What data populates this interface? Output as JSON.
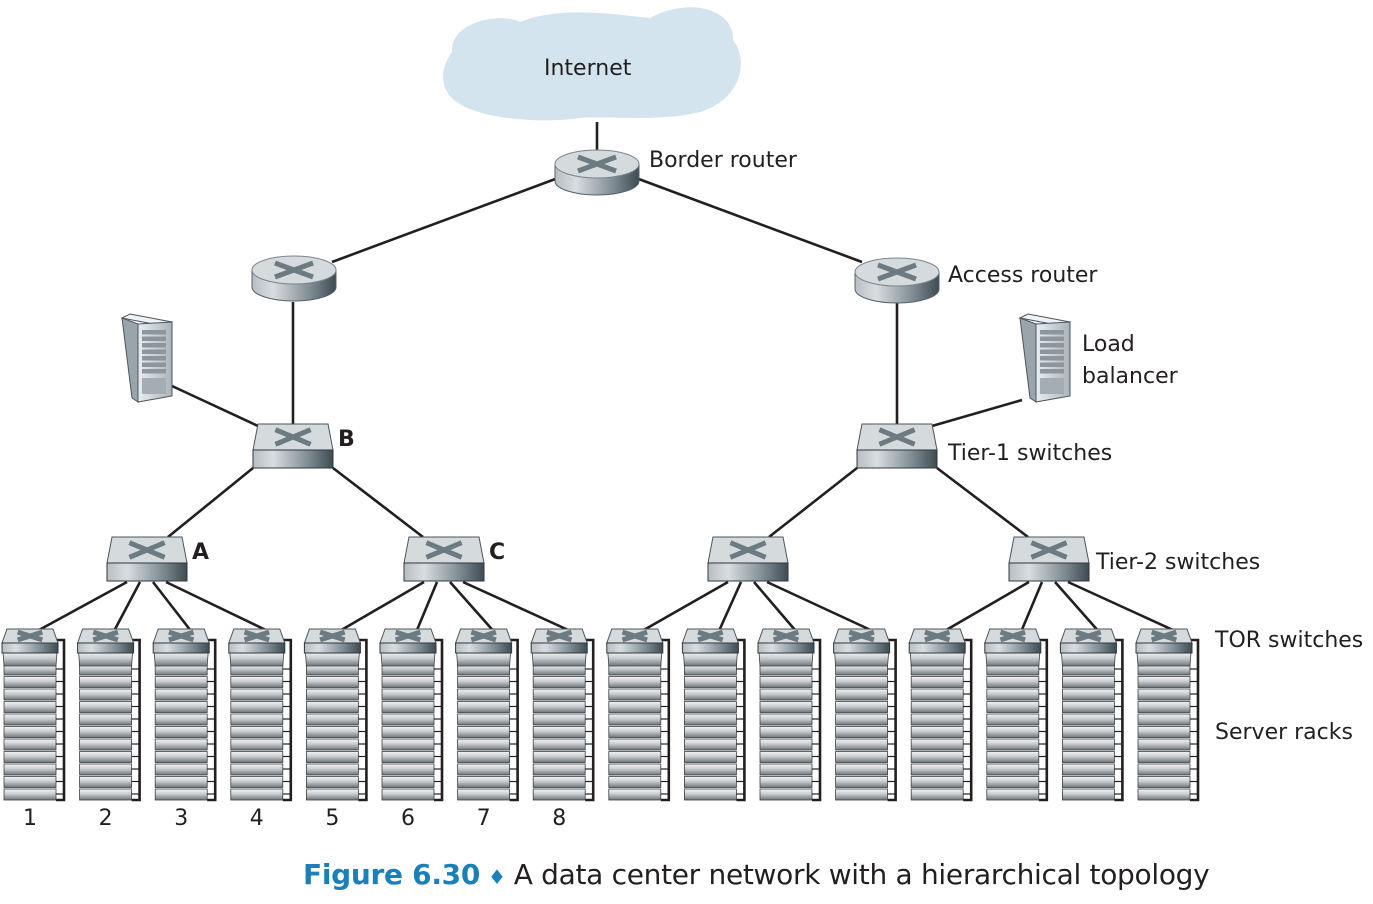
{
  "diagram": {
    "title": "Data center network with a hierarchical topology",
    "colors": {
      "cloud": "#d3e4ef",
      "line": "#231f20",
      "device_top": "#d5dadd",
      "device_side_light": "#c7cdd1",
      "device_side_dark": "#4f5b62",
      "x_mark": "#6c7a82",
      "caption_accent": "#1b7fb8"
    },
    "nodes": {
      "internet": {
        "label": "Internet",
        "type": "cloud"
      },
      "border_router": {
        "label": "Border router",
        "type": "router"
      },
      "access_routers": [
        {
          "id": "access-router-left",
          "label": "",
          "type": "router"
        },
        {
          "id": "access-router-right",
          "label": "Access router",
          "type": "router"
        }
      ],
      "load_balancers": [
        {
          "id": "load-balancer-left",
          "label": "",
          "type": "server"
        },
        {
          "id": "load-balancer-right",
          "label": "Load\nbalancer",
          "type": "server"
        }
      ],
      "tier1_switches": [
        {
          "id": "tier1-switch-b",
          "label": "B",
          "type": "switch"
        },
        {
          "id": "tier1-switch-right",
          "label": "Tier-1 switches",
          "type": "switch"
        }
      ],
      "tier2_switches": [
        {
          "id": "tier2-switch-a",
          "label": "A",
          "type": "switch"
        },
        {
          "id": "tier2-switch-c",
          "label": "C",
          "type": "switch"
        },
        {
          "id": "tier2-switch-3",
          "label": "",
          "type": "switch"
        },
        {
          "id": "tier2-switch-4",
          "label": "Tier-2 switches",
          "type": "switch"
        }
      ],
      "tor_switches_label": "TOR switches",
      "server_racks_label": "Server racks",
      "rack_count": 16,
      "servers_per_rack": 11,
      "rack_numbers": [
        "1",
        "2",
        "3",
        "4",
        "5",
        "6",
        "7",
        "8"
      ]
    },
    "labels": {
      "internet": "Internet",
      "border_router": "Border router",
      "access_router": "Access router",
      "load_balancer_line1": "Load",
      "load_balancer_line2": "balancer",
      "tier1": "Tier-1 switches",
      "tier2": "Tier-2 switches",
      "tor": "TOR switches",
      "racks": "Server racks",
      "switch_a": "A",
      "switch_b": "B",
      "switch_c": "C"
    },
    "caption": {
      "figure": "Figure 6.30",
      "separator": "♦",
      "text": "A data center network with a hierarchical topology"
    }
  }
}
